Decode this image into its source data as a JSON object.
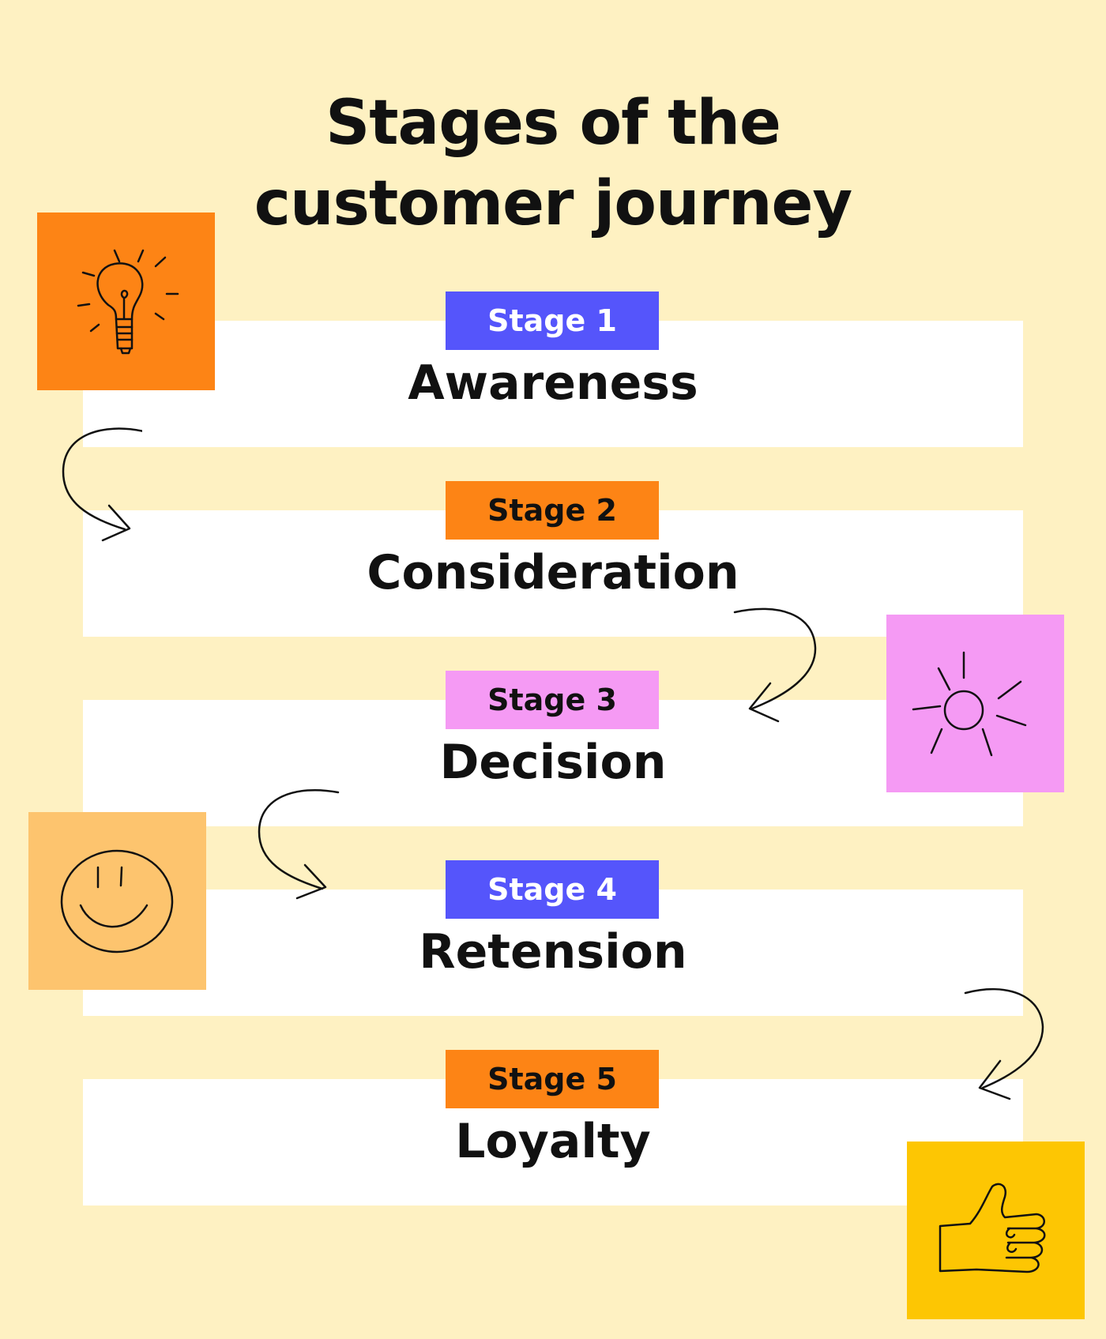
{
  "title": {
    "line1": "Stages of the",
    "line2": "customer journey"
  },
  "stages": [
    {
      "badge": "Stage 1",
      "name": "Awareness",
      "badge_color": "#5555fb",
      "badge_text_color": "#ffffff"
    },
    {
      "badge": "Stage 2",
      "name": "Consideration",
      "badge_color": "#fd8415",
      "badge_text_color": "#111111"
    },
    {
      "badge": "Stage 3",
      "name": "Decision",
      "badge_color": "#f59af4",
      "badge_text_color": "#111111"
    },
    {
      "badge": "Stage 4",
      "name": "Retension",
      "badge_color": "#5555fb",
      "badge_text_color": "#ffffff"
    },
    {
      "badge": "Stage 5",
      "name": "Loyalty",
      "badge_color": "#fd8415",
      "badge_text_color": "#111111"
    }
  ],
  "notes": [
    {
      "icon": "lightbulb-icon",
      "color": "#fd8415"
    },
    {
      "icon": "sun-icon",
      "color": "#f59af4"
    },
    {
      "icon": "smiley-icon",
      "color": "#fdc46e"
    },
    {
      "icon": "thumbs-up-icon",
      "color": "#fdc603"
    }
  ],
  "colors": {
    "background": "#fef1c2",
    "band": "#ffffff",
    "ink": "#111111"
  }
}
